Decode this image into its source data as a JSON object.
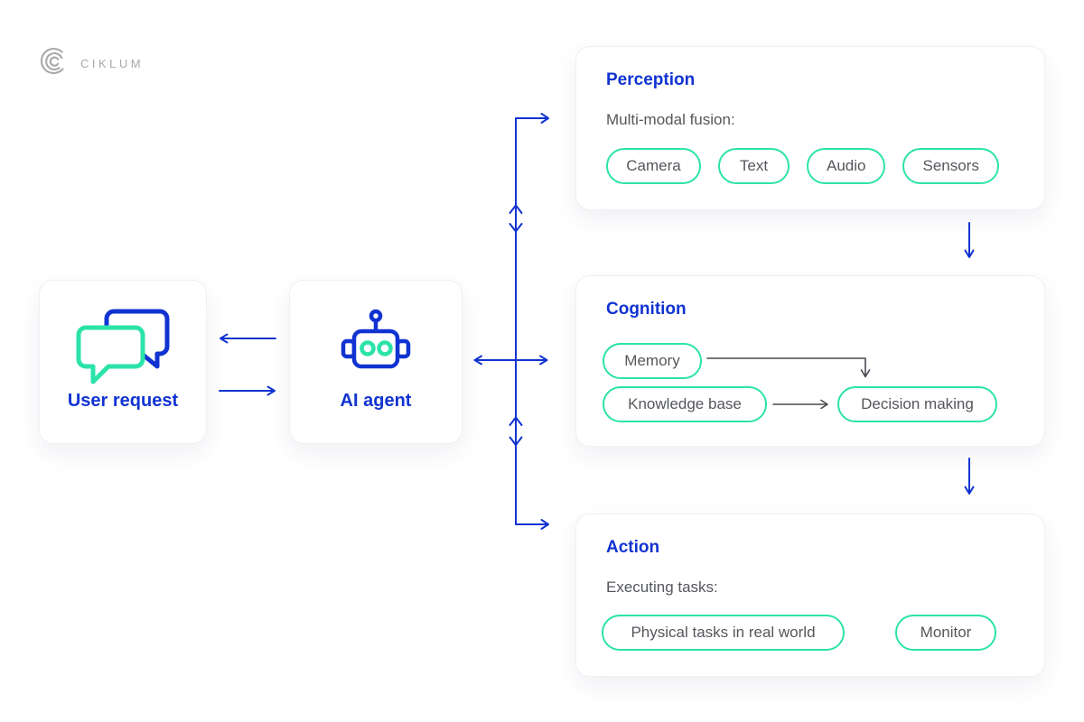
{
  "colors": {
    "bg": "#ffffff",
    "blue": "#1133d1",
    "mint": "#2be3a9",
    "text_gray": "#54575c",
    "arrow_gray": "#474a4f",
    "logo_gray": "#a7a9ab",
    "panel_border": "#f0f0f3"
  },
  "logo": {
    "brand": "CIKLUM",
    "icon": "ciklum-logo-icon"
  },
  "flow": {
    "user_request": {
      "label": "User request",
      "icon": "chat-bubbles-icon"
    },
    "ai_agent": {
      "label": "AI agent",
      "icon": "robot-icon"
    }
  },
  "panels": {
    "perception": {
      "title": "Perception",
      "subtitle": "Multi-modal fusion:",
      "pills": [
        "Camera",
        "Text",
        "Audio",
        "Sensors"
      ]
    },
    "cognition": {
      "title": "Cognition",
      "pills": [
        "Memory",
        "Knowledge base",
        "Decision making"
      ]
    },
    "action": {
      "title": "Action",
      "subtitle": "Executing tasks:",
      "pills": [
        "Physical tasks in real world",
        "Monitor"
      ]
    }
  },
  "connections": [
    {
      "from": "ai_agent",
      "to": "user_request",
      "type": "arrow-left"
    },
    {
      "from": "user_request",
      "to": "ai_agent",
      "type": "arrow-right"
    },
    {
      "from": "ai_agent",
      "to": "perception",
      "type": "trunk-elbow-arrow"
    },
    {
      "from": "ai_agent",
      "to": "cognition",
      "type": "double-headed-arrow"
    },
    {
      "from": "ai_agent",
      "to": "action",
      "type": "trunk-elbow-arrow"
    },
    {
      "from": "trunk",
      "to": "trunk",
      "type": "bidirectional-chevrons"
    },
    {
      "from": "perception",
      "to": "cognition",
      "type": "arrow-down"
    },
    {
      "from": "cognition",
      "to": "action",
      "type": "arrow-down"
    },
    {
      "from": "memory",
      "to": "decision_making",
      "type": "elbow-arrow-gray"
    },
    {
      "from": "knowledge_base",
      "to": "decision_making",
      "type": "arrow-right-gray"
    }
  ]
}
